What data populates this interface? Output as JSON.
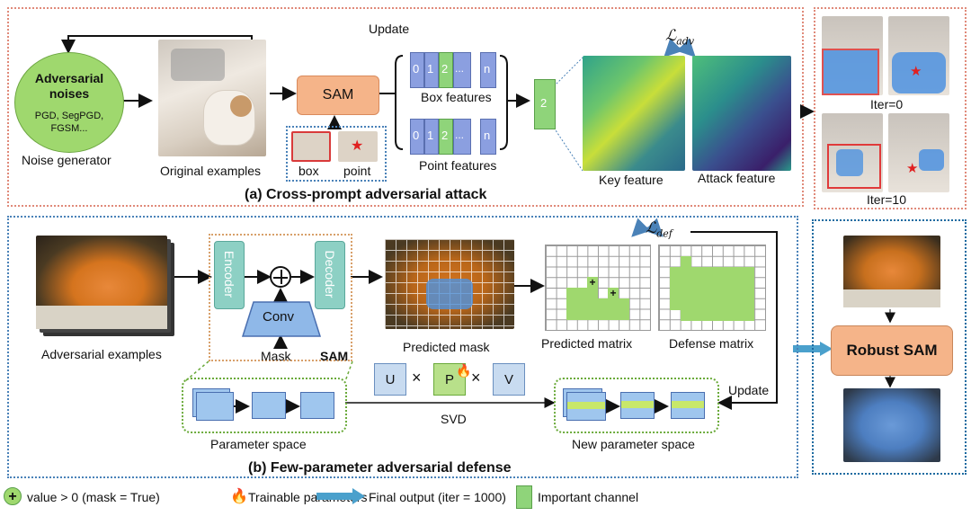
{
  "panel_a": {
    "title": "(a) Cross-prompt  adversarial attack",
    "update_label": "Update",
    "noise_title_line1": "Adversarial",
    "noise_title_line2": "noises",
    "noise_methods_line1": "PGD, SegPGD,",
    "noise_methods_line2": "FGSM...",
    "noise_generator_label": "Noise generator",
    "original_examples_label": "Original examples",
    "sam_label": "SAM",
    "box_label": "box",
    "point_label": "point",
    "box_features_label": "Box features",
    "point_features_label": "Point features",
    "feature_cells": [
      "0",
      "1",
      "2",
      "...",
      "n"
    ],
    "important_channel_label": "2",
    "loss_adv": "ℒ",
    "loss_adv_sub": "adv",
    "key_feature_label": "Key feature",
    "attack_feature_label": "Attack feature"
  },
  "panel_r1": {
    "iter0_label": "Iter=0",
    "iter10_label": "Iter=10"
  },
  "panel_b": {
    "title": "(b)  Few-parameter adversarial defense",
    "adversarial_examples_label": "Adversarial examples",
    "encoder_label": "Encoder",
    "decoder_label": "Decoder",
    "conv_label": "Conv",
    "mask_label": "Mask",
    "sam_label": "SAM",
    "predicted_mask_label": "Predicted mask",
    "predicted_matrix_label": "Predicted matrix",
    "defense_matrix_label": "Defense matrix",
    "loss_def": "ℒ",
    "loss_def_sub": "def",
    "u_label": "U",
    "p_label": "P",
    "v_label": "V",
    "times_symbol": "×",
    "svd_label": "SVD",
    "update_label": "Update",
    "parameter_space_label": "Parameter space",
    "new_parameter_space_label": "New parameter space"
  },
  "panel_r2": {
    "robust_sam_label": "Robust SAM"
  },
  "legend": {
    "plus_label": "value > 0 (mask = True)",
    "flame_label": "Trainable parameters",
    "arrow_label": "Final output (iter = 1000)",
    "channel_label": "Important channel"
  }
}
